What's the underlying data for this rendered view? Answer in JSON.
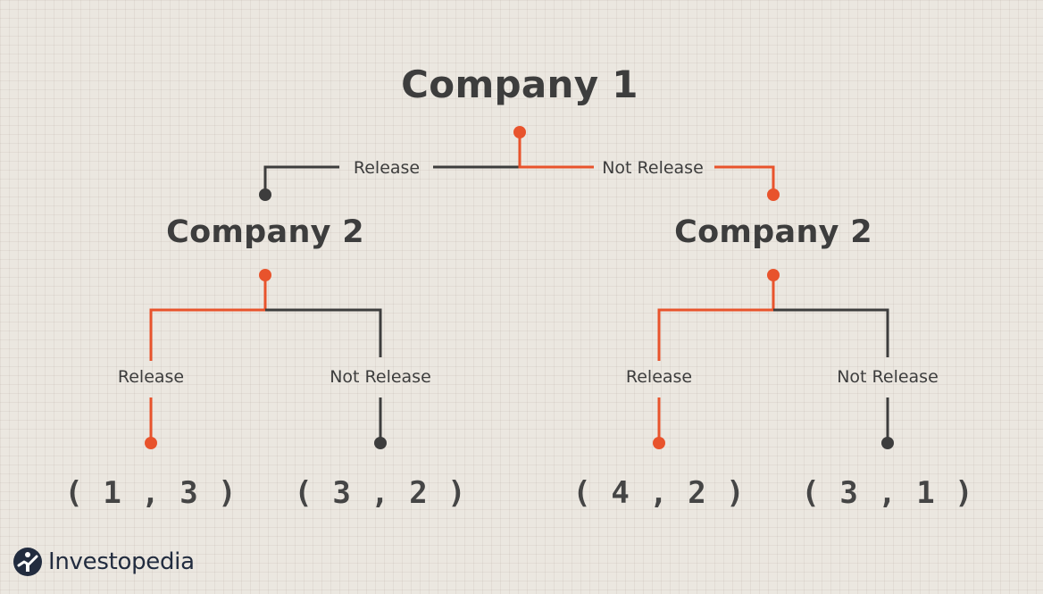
{
  "colors": {
    "highlight": "#e8532c",
    "line": "#3d3d3d",
    "background": "#ebe7e0"
  },
  "root": {
    "title": "Company 1",
    "left_label": "Release",
    "right_label": "Not Release"
  },
  "left_node": {
    "title": "Company 2",
    "left_label": "Release",
    "right_label": "Not Release"
  },
  "right_node": {
    "title": "Company 2",
    "left_label": "Release",
    "right_label": "Not Release"
  },
  "payoffs": [
    "( 1 , 3 )",
    "( 3 , 2 )",
    "( 4 , 2 )",
    "( 3 , 1 )"
  ],
  "logo": {
    "text": "Investopedia",
    "icon": "investopedia-logo-icon"
  }
}
